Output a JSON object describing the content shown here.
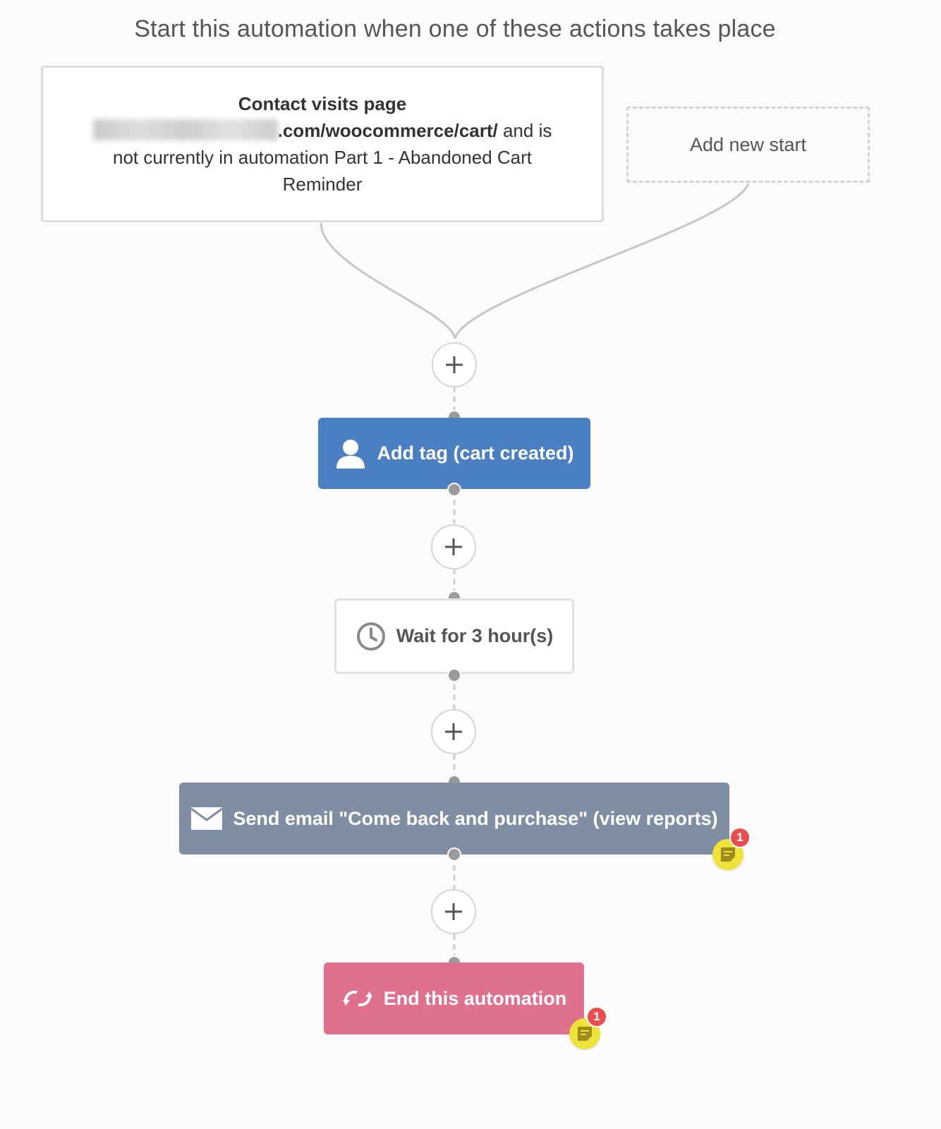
{
  "header": {
    "title": "Start this automation when one of these actions takes place"
  },
  "trigger": {
    "title": "Contact visits page",
    "url_visible": ".com/woocommerce/cart/",
    "url_suffix": " and is",
    "condition": "not currently in automation Part 1 - Abandoned Cart Reminder"
  },
  "add_start": {
    "label": "Add new start"
  },
  "actions": {
    "add_tag": {
      "label": "Add tag (cart created)",
      "icon": "user-icon",
      "color": "#4a7fc1"
    },
    "wait": {
      "label": "Wait for 3 hour(s)",
      "icon": "clock-icon"
    },
    "send_email": {
      "label": "Send email \"Come back and purchase\" (view reports)",
      "icon": "envelope-icon",
      "color": "#7f8ea3"
    },
    "end": {
      "label": "End this automation",
      "icon": "refresh-arrows-icon",
      "color": "#e0718e"
    }
  },
  "notes": {
    "email_note_count": "1",
    "end_note_count": "1"
  },
  "colors": {
    "note_yellow": "#f0e338",
    "badge_red": "#ea4d4d",
    "connector": "#c8c8c8"
  }
}
